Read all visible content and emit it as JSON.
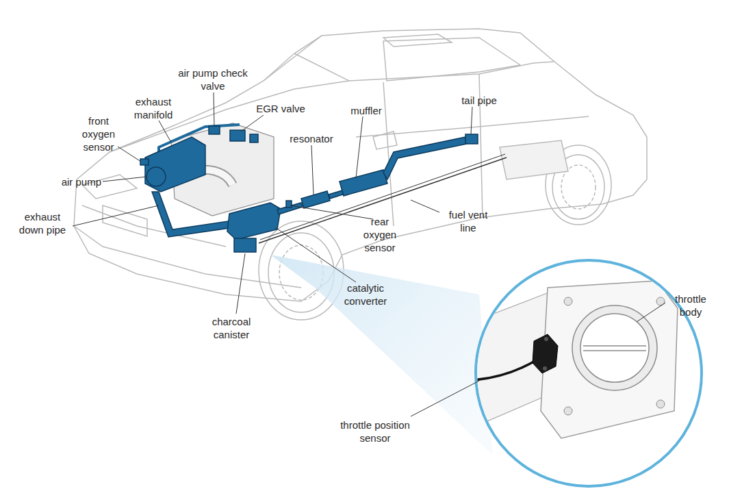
{
  "diagram": {
    "labels": [
      "air pump check valve",
      "exhaust manifold",
      "front oxygen sensor",
      "EGR valve",
      "muffler",
      "tail pipe",
      "resonator",
      "air pump",
      "exhaust down pipe",
      "rear oxygen sensor",
      "fuel vent line",
      "catalytic converter",
      "charcoal canister",
      "throttle body",
      "throttle position sensor"
    ]
  }
}
